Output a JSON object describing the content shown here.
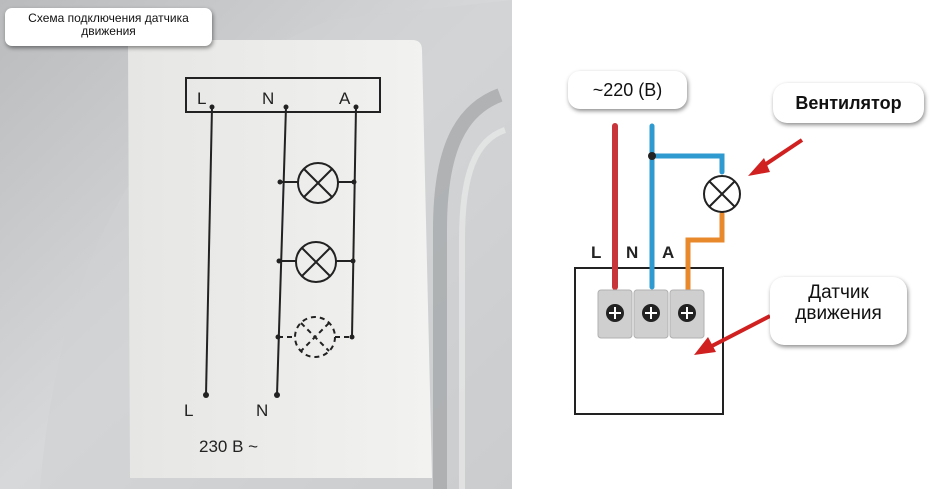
{
  "photo": {
    "caption_line1": "Схема подключения датчика",
    "caption_line2": "движения",
    "terminals": [
      "L",
      "N",
      "A"
    ],
    "bottom_terminals": [
      "L",
      "N"
    ],
    "voltage_label": "230 В ~"
  },
  "diagram": {
    "voltage_label": "~220 (В)",
    "fan_label": "Вентилятор",
    "sensor_label_line1": "Датчик",
    "sensor_label_line2": "движения",
    "terminals": [
      "L",
      "N",
      "A"
    ],
    "colors": {
      "wire_l": "#c8363c",
      "wire_n": "#2e9ad0",
      "wire_a": "#e8892c",
      "arrow": "#d02020"
    }
  }
}
